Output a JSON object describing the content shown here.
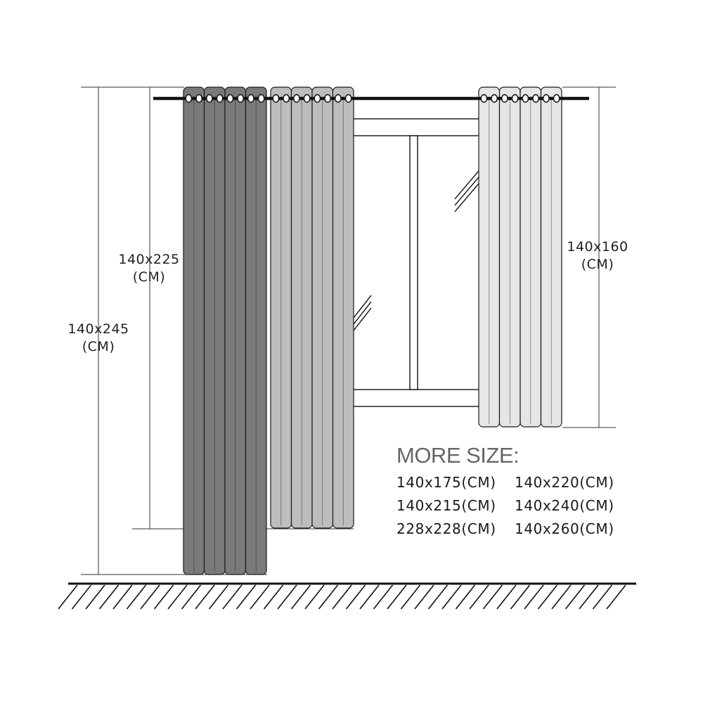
{
  "dimensions": {
    "long_curtain": {
      "size": "140x245",
      "unit": "(CM)"
    },
    "medium_curtain": {
      "size": "140x225",
      "unit": "(CM)"
    },
    "short_curtain": {
      "size": "140x160",
      "unit": "(CM)"
    }
  },
  "more_size": {
    "title": "MORE SIZE:",
    "sizes": [
      "140x175(CM)",
      "140x220(CM)",
      "140x215(CM)",
      "140x240(CM)",
      "228x228(CM)",
      "140x260(CM)"
    ]
  },
  "colors": {
    "dark_curtain": "#7a7a7a",
    "medium_curtain": "#bdbdbd",
    "light_curtain": "#e6e6e6",
    "outline": "#1a1a1a",
    "heading": "#666666"
  }
}
